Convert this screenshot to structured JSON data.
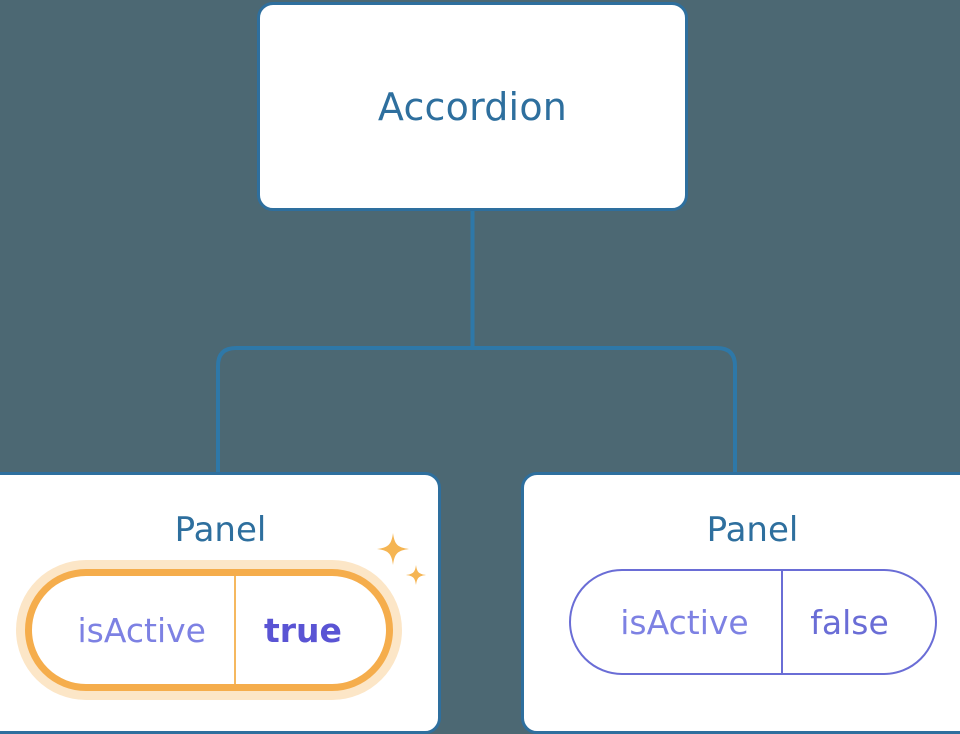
{
  "diagram": {
    "type": "component-tree",
    "background_color": "#4c6873",
    "node_border_color": "#2e6f9e",
    "node_title_color": "#2e6f9e",
    "connector_color": "#2e78a8",
    "prop_text_color": "#7d81e3",
    "prop_border_color": "#6a6dd6",
    "highlight_color": "#f5ad4c",
    "highlight_glow_color": "#f7b65a",
    "highlight_value_color": "#5a54d4",
    "sparkle_color": "#f5b553"
  },
  "root": {
    "title": "Accordion"
  },
  "children": [
    {
      "title": "Panel",
      "prop": {
        "key": "isActive",
        "value": "true"
      },
      "highlighted": true,
      "sparkle_icons": [
        "sparkle-large-icon",
        "sparkle-small-icon"
      ]
    },
    {
      "title": "Panel",
      "prop": {
        "key": "isActive",
        "value": "false"
      },
      "highlighted": false
    }
  ]
}
